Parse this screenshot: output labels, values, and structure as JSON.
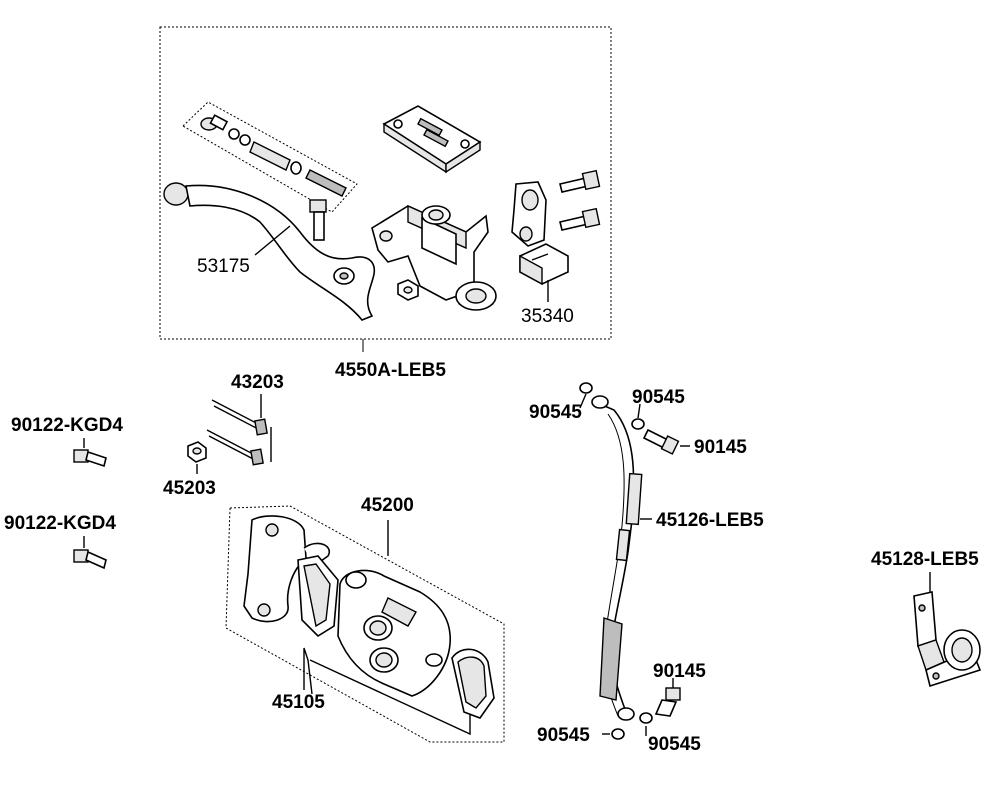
{
  "labels": {
    "p53175": "53175",
    "p35340": "35340",
    "p4550a": "4550A-LEB5",
    "p43203": "43203",
    "p45203": "45203",
    "p90122a": "90122-KGD4",
    "p90122b": "90122-KGD4",
    "p45200": "45200",
    "p45105": "45105",
    "p90545a": "90545",
    "p90545b": "90545",
    "p90145a": "90145",
    "p45126": "45126-LEB5",
    "p45128": "45128-LEB5",
    "p90145b": "90145",
    "p90545c": "90545",
    "p90545d": "90545"
  }
}
